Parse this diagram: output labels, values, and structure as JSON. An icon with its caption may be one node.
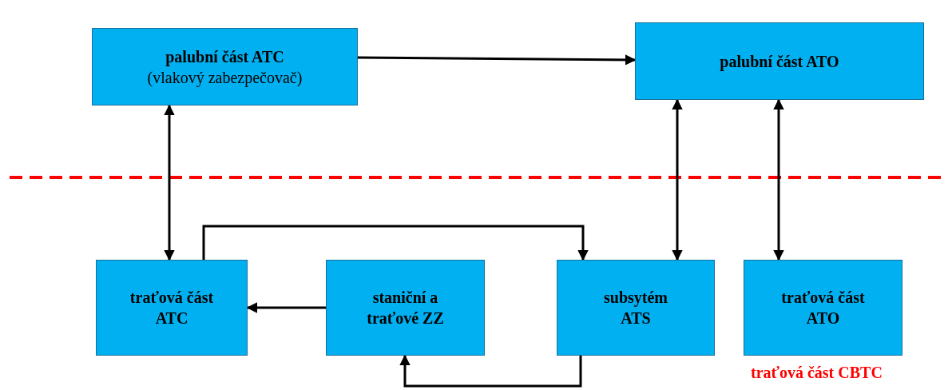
{
  "diagram": {
    "nodes": [
      {
        "text": [
          "palubní část ATC",
          "(vlakový zabezpečovač)"
        ]
      },
      {
        "text": [
          "palubní část ATO"
        ]
      },
      {
        "text": [
          "traťová část ATC"
        ]
      },
      {
        "text": [
          "staniční a traťové ZZ"
        ]
      },
      {
        "text": [
          "subsytém ATS"
        ]
      },
      {
        "text": [
          "traťová část ATO"
        ]
      }
    ],
    "edges": [
      {
        "from": 0,
        "to": 1,
        "arrow": "to"
      },
      {
        "from": 0,
        "to": 2,
        "arrow": "both"
      },
      {
        "from": 1,
        "to": 4,
        "arrow": "both"
      },
      {
        "from": 1,
        "to": 5,
        "arrow": "both"
      },
      {
        "from": 2,
        "to": 4,
        "arrow": "to"
      },
      {
        "from": 3,
        "to": 2,
        "arrow": "to"
      },
      {
        "from": 4,
        "to": 3,
        "arrow": "to"
      }
    ],
    "labels": [
      "traťová část CBTC"
    ]
  }
}
